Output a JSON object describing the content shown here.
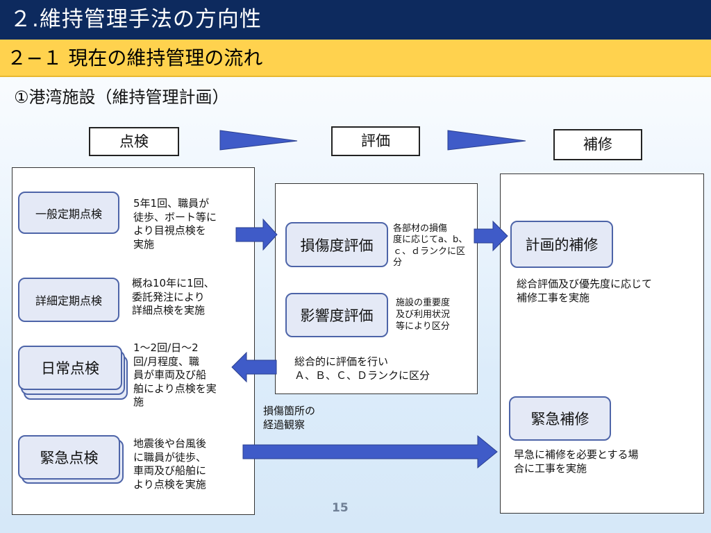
{
  "header": {
    "title": "２.維持管理手法の方向性",
    "subtitle": "２−１ 現在の維持管理の流れ"
  },
  "section": {
    "label": "①港湾施設（維持管理計画）"
  },
  "stages": {
    "inspection": "点検",
    "evaluation": "評価",
    "repair": "補修"
  },
  "inspection": {
    "items": [
      {
        "label": "一般定期点検",
        "description": "5年1回、職員が\n徒歩、ボート等に\nより目視点検を\n実施"
      },
      {
        "label": "詳細定期点検",
        "description": "概ね10年に1回、\n委託発注により\n詳細点検を実施"
      },
      {
        "label": "日常点検",
        "description": "1〜2回/日〜2\n回/月程度、職\n員が車両及び船\n舶により点検を実\n施"
      },
      {
        "label": "緊急点検",
        "description": "地震後や台風後\nに職員が徒歩、\n車両及び船舶に\nより点検を実施"
      }
    ]
  },
  "evaluation": {
    "damage_label": "損傷度評価",
    "damage_description": "各部材の損傷\n度に応じてa、b、\nｃ、ｄランクに区\n分",
    "impact_label": "影響度評価",
    "impact_description": "施設の重要度\n及び利用状況\n等により区分",
    "overall_description": "総合的に評価を行い\nＡ、Ｂ、Ｃ、Ｄランクに区分"
  },
  "observation_note": "損傷箇所の\n経過観察",
  "repair": {
    "planned_label": "計画的補修",
    "planned_description": "総合評価及び優先度に応じて\n補修工事を実施",
    "emergency_label": "緊急補修",
    "emergency_description": "早急に補修を必要とする場\n合に工事を実施"
  },
  "page_number": "15",
  "colors": {
    "title_bar": "#0d2a5e",
    "subtitle_bar": "#ffd24e",
    "arrow_fill": "#3f5bc8",
    "pill_fill": "#e4e9f6",
    "pill_border": "#4d64a8"
  }
}
